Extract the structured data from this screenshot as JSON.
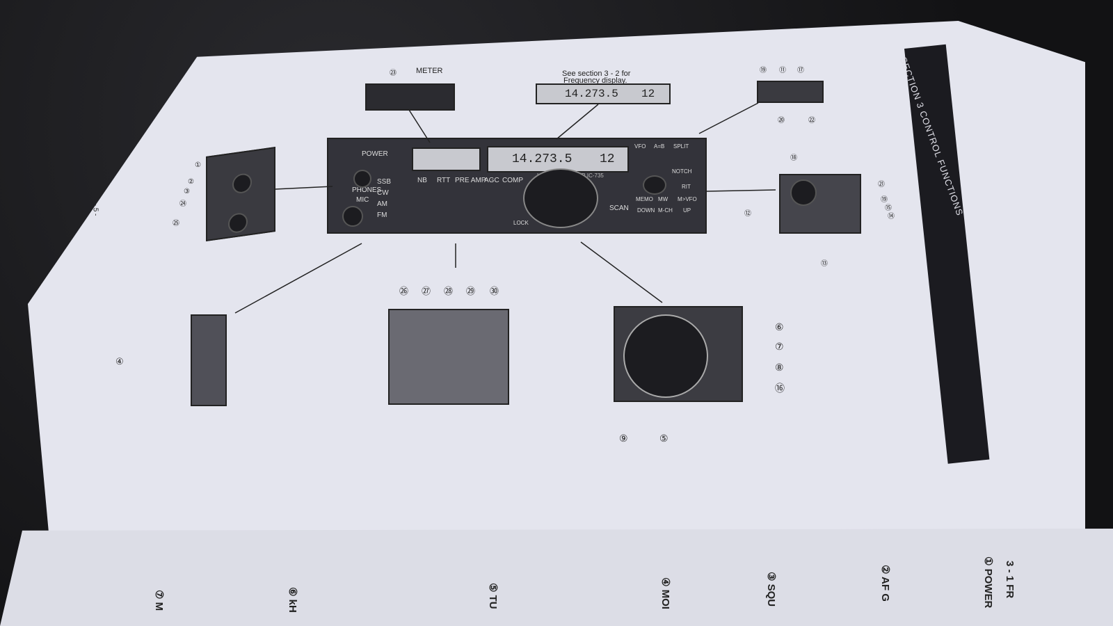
{
  "meter": {
    "label": "METER",
    "callout": "㉓"
  },
  "frequency_note": {
    "line1": "See section 3 - 2 for",
    "line2": "Frequency display."
  },
  "lcd": {
    "freq": "14.273.5",
    "channel": "12",
    "model": "HF TRANSCEIVER IC-735"
  },
  "section_header": "SECTION 3 CONTROL FUNCTIONS",
  "front_panel": {
    "power": "POWER",
    "phones": "PHONES",
    "mic": "MIC",
    "modes": [
      "SSB",
      "CW",
      "AM",
      "FM"
    ],
    "func": [
      "NB",
      "RTT",
      "PRE AMP",
      "AGC",
      "COMP"
    ],
    "vfo_keys": [
      "VFO",
      "A=B",
      "SPLIT"
    ],
    "memo": [
      "MEMO",
      "MW",
      "M>VFO"
    ],
    "scan": "SCAN",
    "down_up": [
      "DOWN",
      "M-CH",
      "UP"
    ],
    "notch": "NOTCH",
    "rit": "RIT",
    "lock": "LOCK"
  },
  "callouts": {
    "left_panel": [
      "①",
      "②",
      "③",
      "㉔",
      "㉕"
    ],
    "mode_group": "④",
    "func_panel": [
      "㉖",
      "㉗",
      "㉘",
      "㉙",
      "㉚"
    ],
    "dial_panel": [
      "⑥",
      "⑦",
      "⑧",
      "⑯",
      "⑨",
      "⑤"
    ],
    "right_panel": [
      "⑱",
      "㉑",
      "⑲",
      "⑮",
      "⑫",
      "⑭",
      "⑬"
    ],
    "top_right": [
      "⑲",
      "⑪",
      "⑰",
      "⑳",
      "㉒"
    ]
  },
  "page_number": "- 5 -",
  "bottom_page": {
    "heading": "3 - 1  FR",
    "items": [
      "① POWER",
      "② AF G",
      "③ SQU",
      "④ MOI",
      "⑤ TU",
      "⑥ kH",
      "⑦ M"
    ]
  }
}
